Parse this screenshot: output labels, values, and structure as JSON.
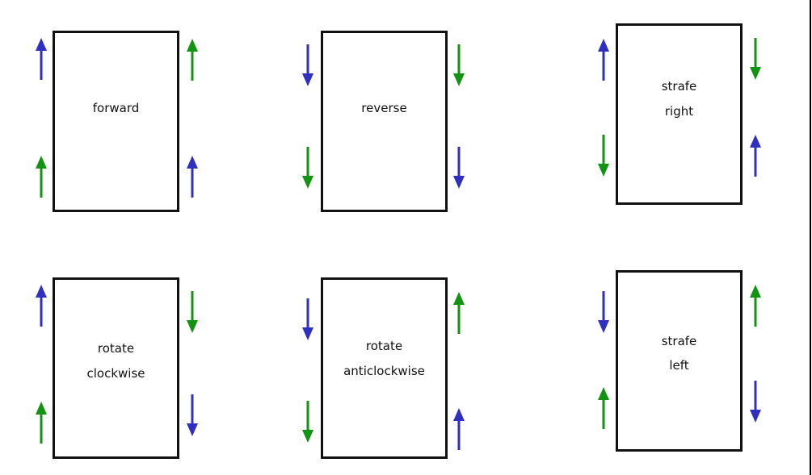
{
  "colors": {
    "blue": "#3030c0",
    "green": "#129412",
    "outline": "#111111"
  },
  "diagrams": [
    {
      "name": "forward",
      "lines": [
        "forward",
        ""
      ],
      "arrows": {
        "left_top": {
          "dir": "up",
          "color": "blue"
        },
        "left_bottom": {
          "dir": "up",
          "color": "green"
        },
        "right_top": {
          "dir": "up",
          "color": "green"
        },
        "right_bottom": {
          "dir": "up",
          "color": "blue"
        }
      }
    },
    {
      "name": "reverse",
      "lines": [
        "reverse",
        ""
      ],
      "arrows": {
        "left_top": {
          "dir": "down",
          "color": "blue"
        },
        "left_bottom": {
          "dir": "down",
          "color": "green"
        },
        "right_top": {
          "dir": "down",
          "color": "green"
        },
        "right_bottom": {
          "dir": "down",
          "color": "blue"
        }
      }
    },
    {
      "name": "strafe-right",
      "lines": [
        "strafe",
        "right"
      ],
      "arrows": {
        "left_top": {
          "dir": "up",
          "color": "blue"
        },
        "left_bottom": {
          "dir": "down",
          "color": "green"
        },
        "right_top": {
          "dir": "down",
          "color": "green"
        },
        "right_bottom": {
          "dir": "up",
          "color": "blue"
        }
      }
    },
    {
      "name": "rotate-clockwise",
      "lines": [
        "rotate",
        "clockwise"
      ],
      "arrows": {
        "left_top": {
          "dir": "up",
          "color": "blue"
        },
        "left_bottom": {
          "dir": "up",
          "color": "green"
        },
        "right_top": {
          "dir": "down",
          "color": "green"
        },
        "right_bottom": {
          "dir": "down",
          "color": "blue"
        }
      }
    },
    {
      "name": "rotate-anticlockwise",
      "lines": [
        "rotate",
        "anticlockwise"
      ],
      "arrows": {
        "left_top": {
          "dir": "down",
          "color": "blue"
        },
        "left_bottom": {
          "dir": "down",
          "color": "green"
        },
        "right_top": {
          "dir": "up",
          "color": "green"
        },
        "right_bottom": {
          "dir": "up",
          "color": "blue"
        }
      }
    },
    {
      "name": "strafe-left",
      "lines": [
        "strafe",
        "left"
      ],
      "arrows": {
        "left_top": {
          "dir": "down",
          "color": "blue"
        },
        "left_bottom": {
          "dir": "up",
          "color": "green"
        },
        "right_top": {
          "dir": "up",
          "color": "green"
        },
        "right_bottom": {
          "dir": "down",
          "color": "blue"
        }
      }
    }
  ]
}
